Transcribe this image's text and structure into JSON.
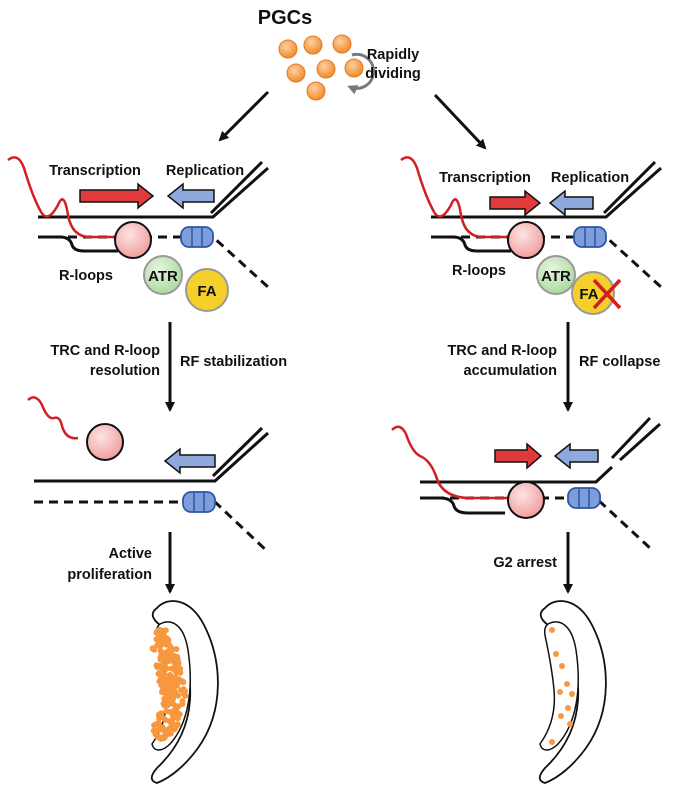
{
  "title": "PGCs",
  "pgc_note": [
    "Rapidly",
    "dividing"
  ],
  "left": {
    "transcription": "Transcription",
    "replication": "Replication",
    "rloops": "R-loops",
    "atr": "ATR",
    "fa": "FA",
    "mid_left": [
      "TRC and R-loop",
      "resolution"
    ],
    "mid_right": "RF stabilization",
    "bottom_label": [
      "Active",
      "proliferation"
    ]
  },
  "right": {
    "transcription": "Transcription",
    "replication": "Replication",
    "rloops": "R-loops",
    "atr": "ATR",
    "fa": "FA",
    "mid_left": [
      "TRC and R-loop",
      "accumulation"
    ],
    "mid_right": "RF collapse",
    "bottom_label": "G2 arrest"
  },
  "colors": {
    "pgc_orange": "#f7983f",
    "transcription_arrow": "#e03a3a",
    "replication_arrow": "#8fa9dc",
    "rnap": "#f4a6a6",
    "atr": "#b8e0b0",
    "fa": "#f5d02a",
    "helicase": "#6f93d6",
    "rna": "#d21f26",
    "cross": "#d21f26"
  },
  "icons": [
    "cycle-arrow-icon",
    "cross-icon",
    "helicase-icon",
    "gonad-icon"
  ]
}
